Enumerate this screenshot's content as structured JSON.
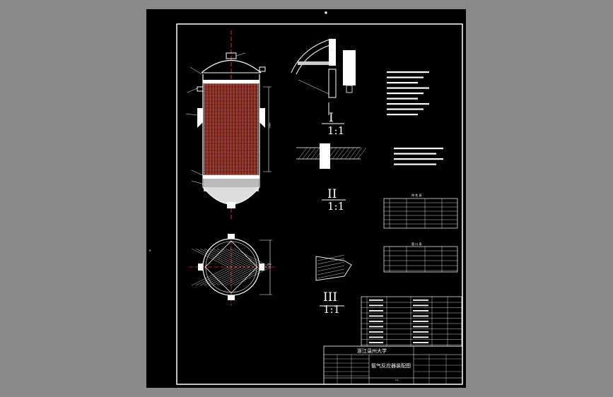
{
  "views": {
    "detail_1": {
      "roman": "I",
      "scale": "1:1"
    },
    "detail_2": {
      "roman": "II",
      "scale": "1:1"
    },
    "detail_3": {
      "roman": "III",
      "scale": "1:1"
    }
  },
  "dimensions": {
    "height": "2000",
    "diameter": "950"
  },
  "tables": {
    "spec_title": "特 性 表",
    "nozzle_title": "管 口 表"
  },
  "title_block": {
    "school": "浙江温州大学",
    "drawing_name": "氨气反应器装配图",
    "scale_text": "1:1"
  },
  "margin_marks": {
    "top": "■",
    "left": "e"
  },
  "colors": {
    "background_frame": "#8a8a8a",
    "sheet": "#000000",
    "lines": "#ffffff",
    "center_lines": "#ff2020",
    "tube_fill": "#7a2a22"
  }
}
